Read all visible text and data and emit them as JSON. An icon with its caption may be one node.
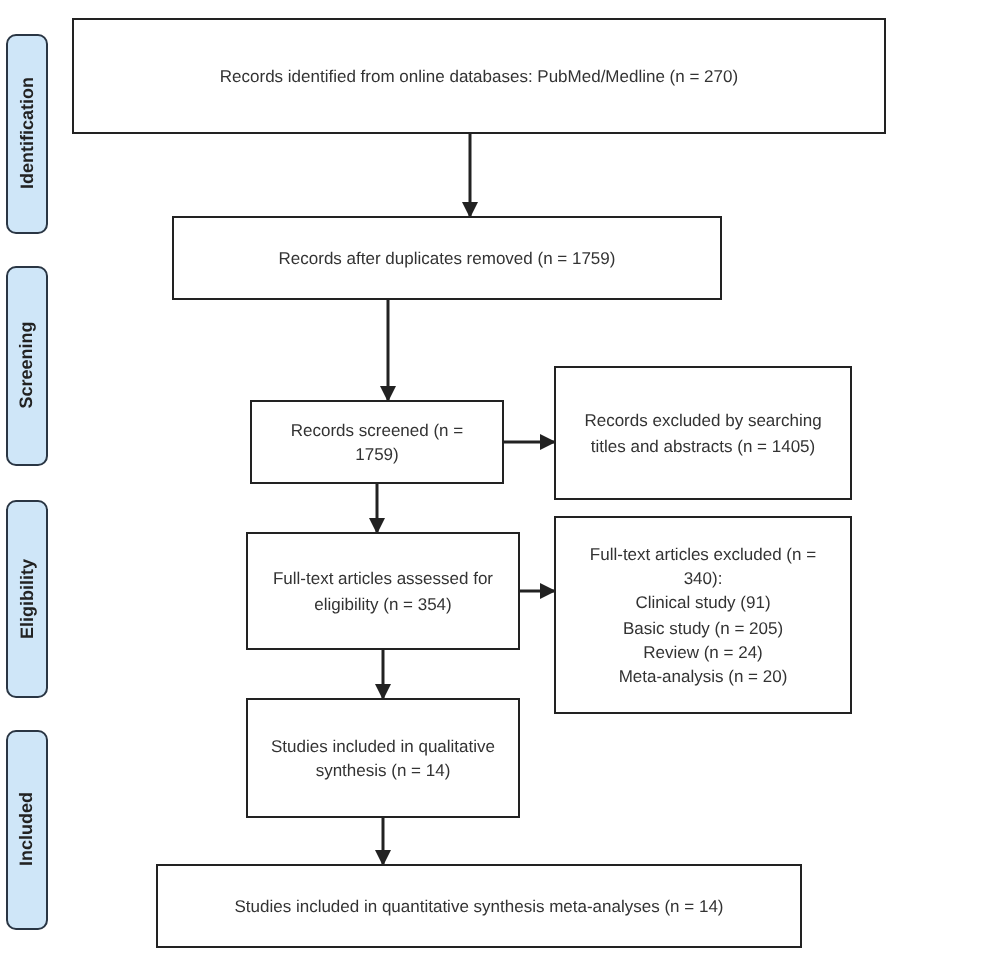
{
  "diagram": {
    "nodes": [
      {
        "text": [
          "Identification"
        ]
      },
      {
        "text": [
          "Records identified from online databases: PubMed/Medline (n = 270)"
        ]
      },
      {
        "text": [
          "Records after duplicates removed (n = 1759)"
        ]
      },
      {
        "text": [
          "Screening"
        ]
      },
      {
        "text": [
          "Records excluded by searching titles and abstracts (n = 1405)"
        ]
      },
      {
        "text": [
          "Records screened (n = 1759)"
        ]
      },
      {
        "text": [
          "Eligibility"
        ]
      },
      {
        "text": [
          "Full-text articles assessed for eligibility (n = 354)"
        ]
      },
      {
        "text": [
          "Full-text articles excluded (n = 340):",
          "Clinical study (91)",
          "Basic study (n = 205)",
          "Review (n = 24)",
          "Meta-analysis (n = 20)"
        ]
      },
      {
        "text": [
          "Included"
        ]
      },
      {
        "text": [
          "Studies included in qualitative synthesis (n = 14)"
        ]
      },
      {
        "text": [
          "Studies included in quantitative synthesis meta-analyses (n = 14)"
        ]
      }
    ],
    "edges": [
      {
        "from": 1,
        "to": 2,
        "arrow": "to"
      },
      {
        "from": 2,
        "to": 5,
        "arrow": "to"
      },
      {
        "from": 5,
        "to": 4,
        "arrow": "to"
      },
      {
        "from": 5,
        "to": 7,
        "arrow": "to"
      },
      {
        "from": 7,
        "to": 8,
        "arrow": "to"
      },
      {
        "from": 7,
        "to": 10,
        "arrow": "to"
      },
      {
        "from": 10,
        "to": 11,
        "arrow": "to"
      }
    ]
  }
}
